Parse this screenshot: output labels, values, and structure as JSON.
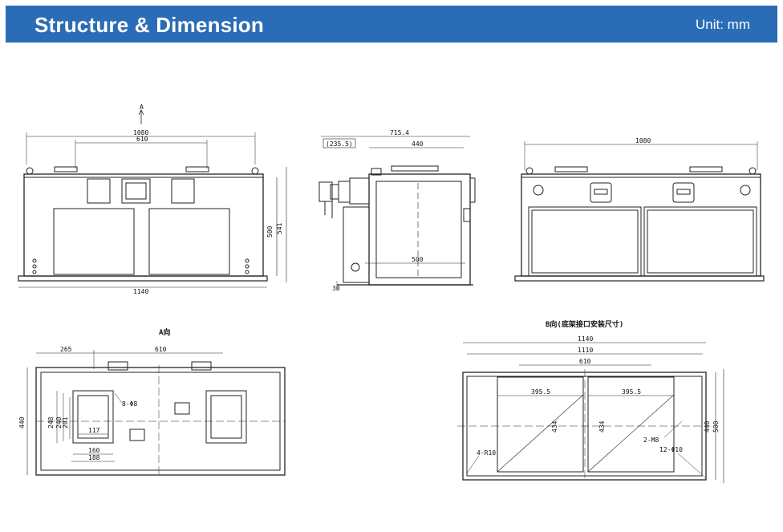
{
  "header": {
    "title": "Structure & Dimension",
    "unit": "Unit: mm"
  },
  "front_view": {
    "arrow_label": "A",
    "dim_top_outer": "1080",
    "dim_top_inner": "610",
    "dim_height_inner": "500",
    "dim_height_outer": "541",
    "dim_bottom": "1140"
  },
  "side_view": {
    "dim_total": "715.4",
    "dim_offset": "(235.5)",
    "dim_body": "440",
    "dim_base": "500",
    "dim_foot": "30"
  },
  "rear_view": {
    "dim_top": "1080"
  },
  "a_view": {
    "title": "A向",
    "dim_left": "265",
    "dim_center": "610",
    "dim_height": "440",
    "dim_248": "248",
    "dim_240": "240",
    "dim_201": "201",
    "dim_117": "117",
    "dim_160": "160",
    "dim_188": "188",
    "label_holes": "8-Φ8"
  },
  "b_view": {
    "title": "B向(底架接口安装尺寸)",
    "dim_1140": "1140",
    "dim_1110": "1110",
    "dim_610": "610",
    "dim_395_left": "395.5",
    "dim_395_right": "395.5",
    "dim_434_left": "434",
    "dim_434_right": "434",
    "dim_440": "440",
    "dim_500": "500",
    "label_radius": "4-R10",
    "label_m8": "2-M8",
    "label_holes": "12-Φ10"
  }
}
